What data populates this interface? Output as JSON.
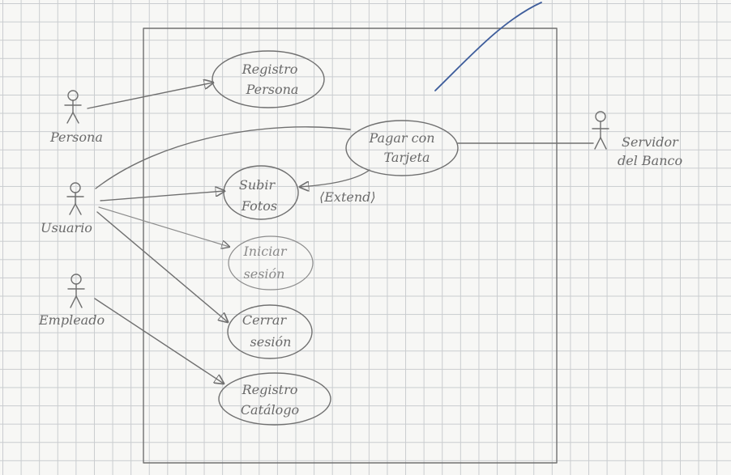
{
  "actors": {
    "persona": "Persona",
    "usuario": "Usuario",
    "empleado": "Empleado",
    "servidor": [
      "Servidor",
      "del Banco"
    ]
  },
  "use_cases": {
    "registro_persona": [
      "Registro",
      "Persona"
    ],
    "pagar_tarjeta": [
      "Pagar con",
      "Tarjeta"
    ],
    "subir_fotos": [
      "Subir",
      "Fotos"
    ],
    "iniciar_sesion": [
      "Iniciar",
      "sesión"
    ],
    "cerrar_sesion": [
      "Cerrar",
      "sesión"
    ],
    "registro_catalogo": [
      "Registro",
      "Catálogo"
    ]
  },
  "relations": {
    "extend_label": "⟨Extend⟩"
  }
}
